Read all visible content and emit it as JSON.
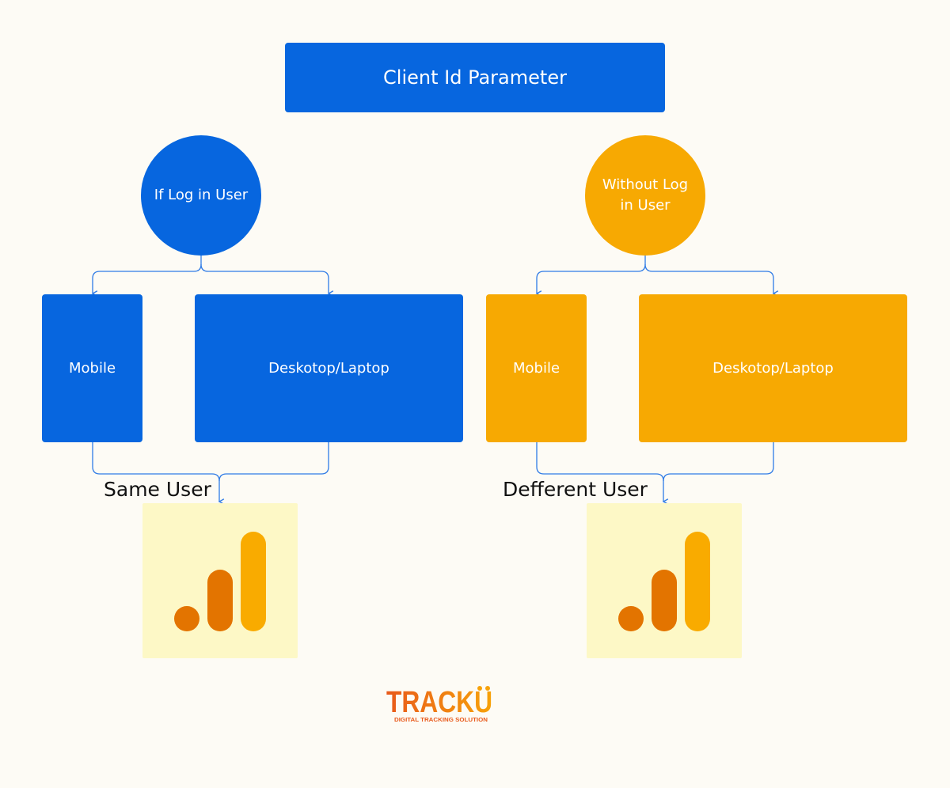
{
  "title": "Client Id Parameter",
  "colors": {
    "blue": "#0766df",
    "orange": "#f7a902",
    "connector": "#2f7be6",
    "tile": "#fdf8c6",
    "ga_dark": "#e37400",
    "ga_light": "#f9ab00"
  },
  "left_branch": {
    "node": "If Log in User",
    "devices": [
      "Mobile",
      "Deskotop/Laptop"
    ],
    "outcome": "Same User",
    "icon": "google-analytics-icon"
  },
  "right_branch": {
    "node_line1": "Without Log",
    "node_line2": "in User",
    "devices": [
      "Mobile",
      "Deskotop/Laptop"
    ],
    "outcome": "Defferent User",
    "icon": "google-analytics-icon"
  },
  "logo": {
    "name": "TRACKU",
    "tagline": "DIGITAL TRACKING SOLUTION"
  }
}
